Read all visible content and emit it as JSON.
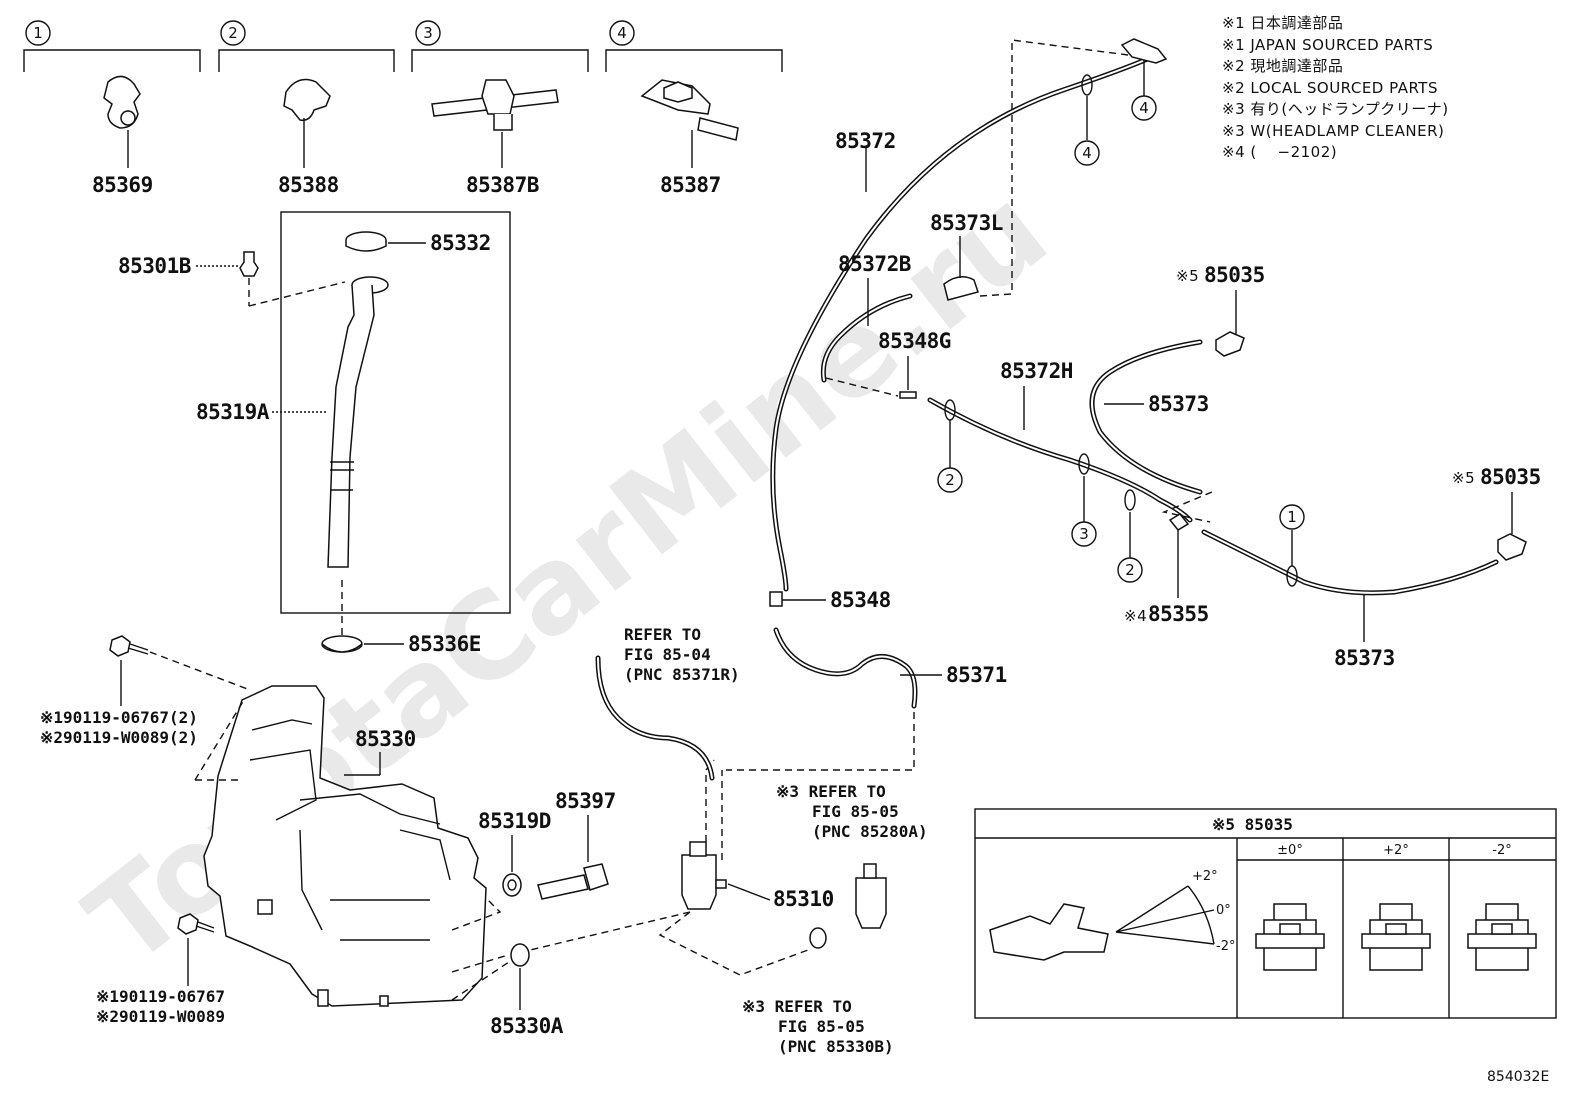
{
  "watermark": "ToyotaCarMine.ru",
  "diagram_code": "854032E",
  "notes": [
    "※1 日本調達部品",
    "※1 JAPAN SOURCED PARTS",
    "※2 現地調達部品",
    "※2 LOCAL SOURCED PARTS",
    "※3 有り(ヘッドランプクリーナ)",
    "※3 W(HEADLAMP CLEANER)",
    "※4 (　 −2102)"
  ],
  "clip_headers": [
    "1",
    "2",
    "3",
    "4"
  ],
  "clip_parts": [
    "85369",
    "85388",
    "85387B",
    "85387"
  ],
  "parts": {
    "p85301B": "85301B",
    "p85332": "85332",
    "p85319A": "85319A",
    "p85336E": "85336E",
    "p85330": "85330",
    "p85397": "85397",
    "p85319D": "85319D",
    "p85330A": "85330A",
    "p85310": "85310",
    "p85372": "85372",
    "p85373L": "85373L",
    "p85372B": "85372B",
    "p85348G": "85348G",
    "p85372H": "85372H",
    "p85373a": "85373",
    "p85373b": "85373",
    "p85348": "85348",
    "p85371": "85371",
    "p85355": "85355",
    "p85035a": "85035",
    "p85035b": "85035",
    "mark5": "※5",
    "mark4": "※4"
  },
  "bolts": {
    "top_line1": "※190119-06767(2)",
    "top_line2": "※290119-W0089(2)",
    "bot_line1": "※190119-06767",
    "bot_line2": "※290119-W0089"
  },
  "refs": {
    "ref1": [
      "REFER TO",
      "FIG 85-04",
      "(PNC 85371R)"
    ],
    "ref2": [
      "※3 REFER TO",
      "FIG 85-05",
      "(PNC 85280A)"
    ],
    "ref3": [
      "※3 REFER TO",
      "FIG 85-05",
      "(PNC 85330B)"
    ]
  },
  "callouts": [
    "4",
    "4",
    "2",
    "3",
    "2",
    "1"
  ],
  "detail_box": {
    "title": "※5 85035",
    "columns": [
      "±0°",
      "+2°",
      "-2°"
    ],
    "angles": [
      "+2°",
      "0°",
      "-2°"
    ]
  }
}
